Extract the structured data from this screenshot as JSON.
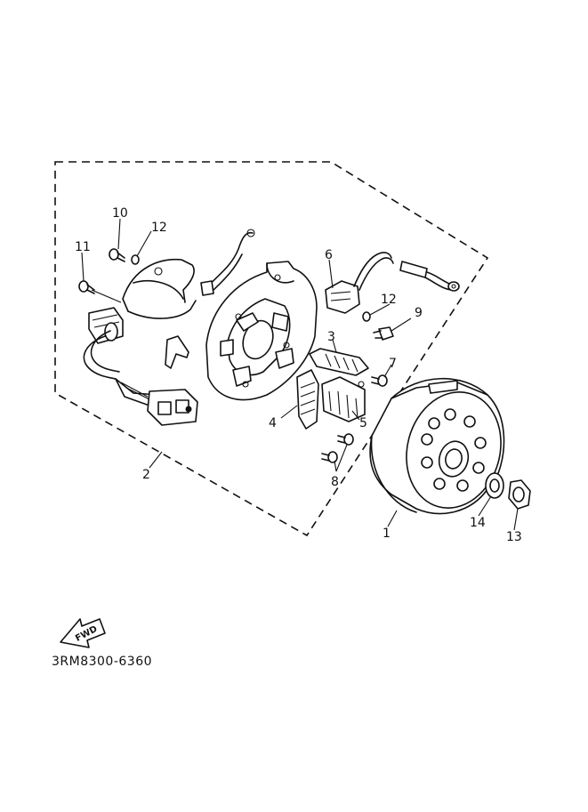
{
  "labels": {
    "p1": "1",
    "p2": "2",
    "p3": "3",
    "p4": "4",
    "p5": "5",
    "p6": "6",
    "p7": "7",
    "p8": "8",
    "p9": "9",
    "p10": "10",
    "p11": "11",
    "p12a": "12",
    "p12b": "12",
    "p13": "13",
    "p14": "14"
  },
  "fwd_label": "FWD",
  "diagram_code": "3RM8300-6360"
}
